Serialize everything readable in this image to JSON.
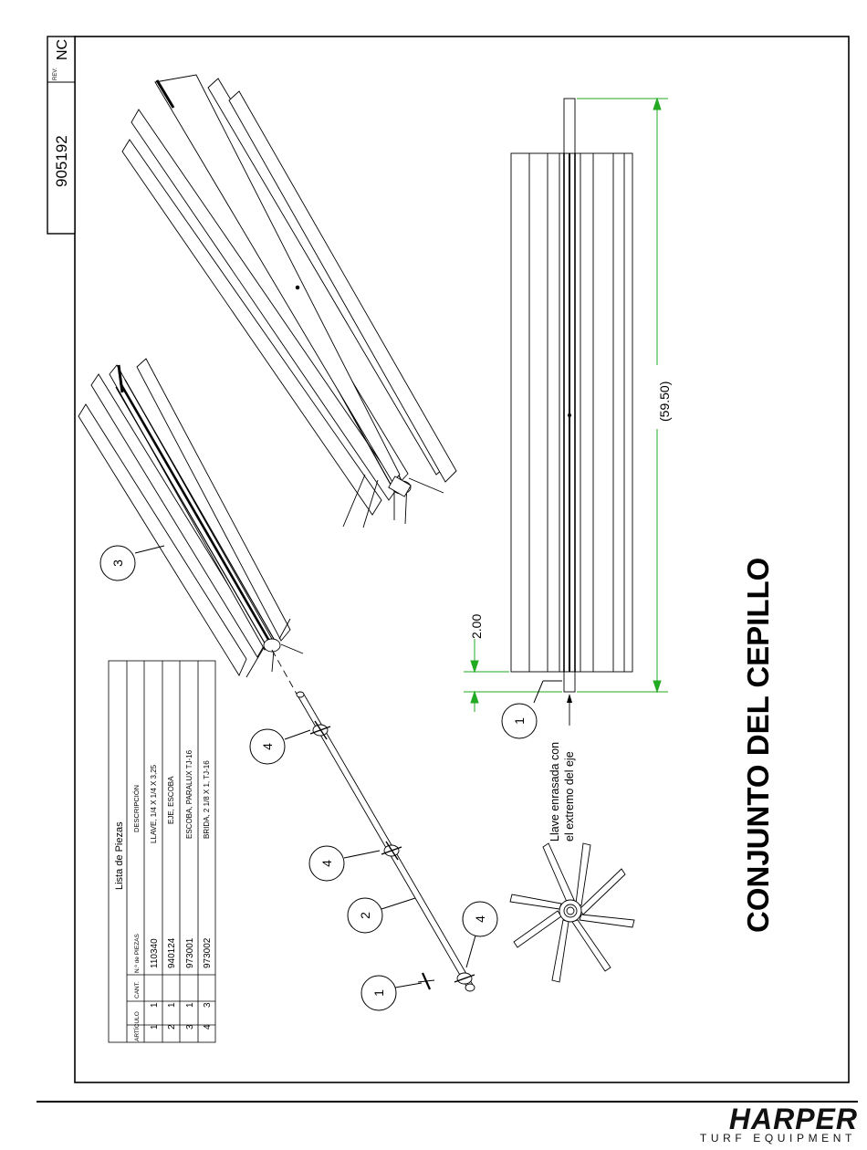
{
  "doc": {
    "part_number": "905192",
    "rev_label": "REV:",
    "rev_value": "NC",
    "title": "CONJUNTO DEL CEPILLO"
  },
  "dimensions": {
    "overall": "(59.50)",
    "shaft_extension": "2.00"
  },
  "note": {
    "line1": "Llave enrasada con",
    "line2": "el extremo del eje"
  },
  "callouts": [
    "1",
    "2",
    "3",
    "4"
  ],
  "parts_list": {
    "title": "Lista de Piezas",
    "headers": [
      "ARTÍCULO",
      "CANT.",
      "N.º de PIEZAS",
      "DESCRIPCIÓN"
    ],
    "rows": [
      [
        "1",
        "1",
        "110340",
        "LLAVE, 1/4 X 1/4 X 3,25"
      ],
      [
        "2",
        "1",
        "940124",
        "EJE, ESCOBA"
      ],
      [
        "3",
        "1",
        "973001",
        "ESCOBA, PARALUX TJ-16"
      ],
      [
        "4",
        "3",
        "973002",
        "BRIDA, 2 1/8 X 1, TJ-16"
      ]
    ]
  },
  "logo": {
    "brand": "HARPER",
    "tagline": "TURF EQUIPMENT"
  },
  "colors": {
    "dimension": "#22aa22",
    "line": "#000000"
  }
}
